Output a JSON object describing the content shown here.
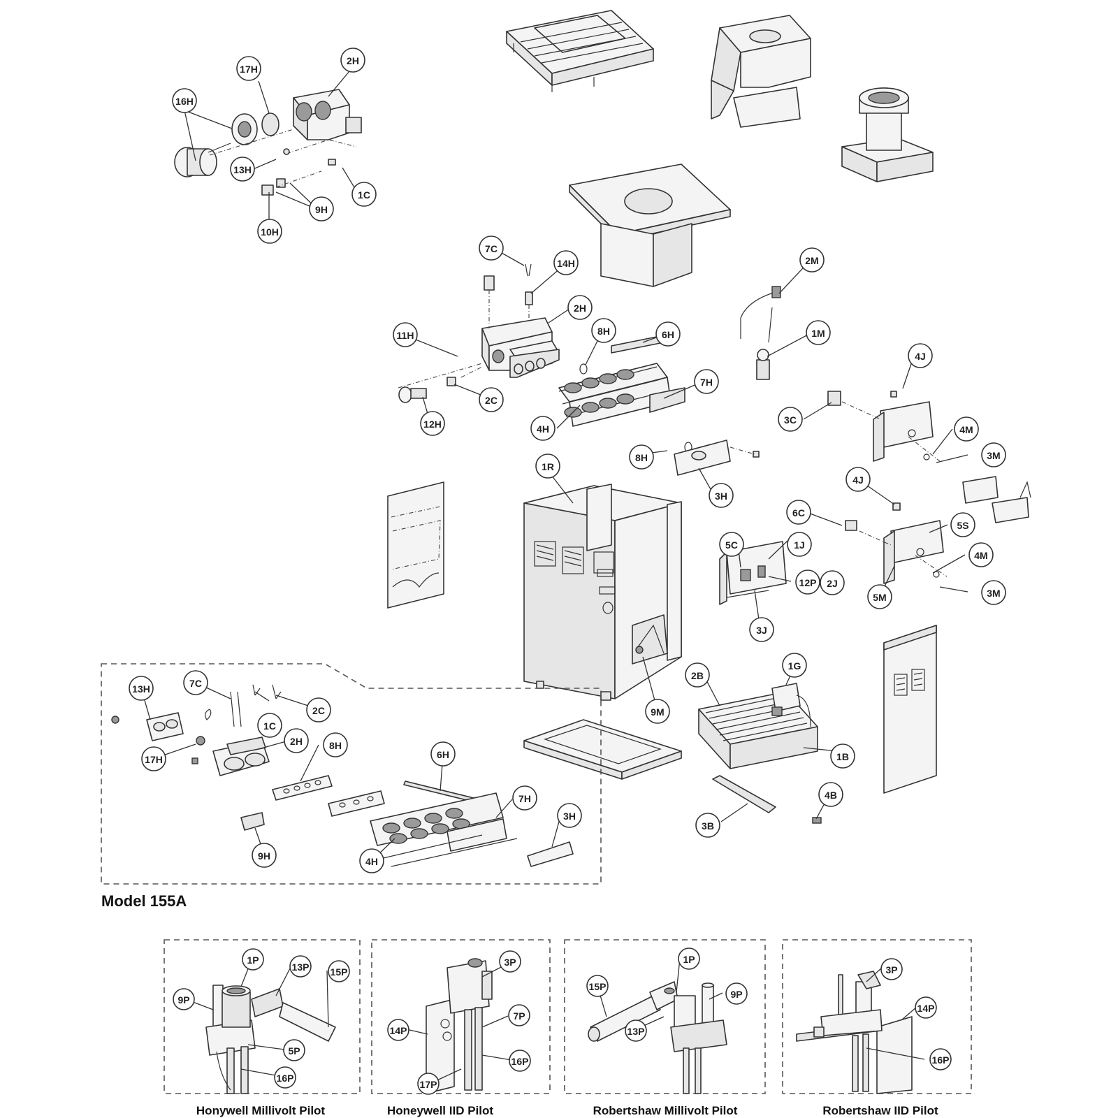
{
  "model_label": "Model 155A",
  "pilot_captions": [
    "Honywell Millivolt Pilot",
    "Honeywell IID Pilot",
    "Robertshaw Millivolt Pilot",
    "Robertshaw IID Pilot"
  ],
  "callouts": {
    "c_16h_top": "16H",
    "c_17h_top": "17H",
    "c_2h_top": "2H",
    "c_13h_top": "13H",
    "c_1c_top": "1C",
    "c_9h_top": "9H",
    "c_10h": "10H",
    "c_7c_mid": "7C",
    "c_14h_mid": "14H",
    "c_2h_mid": "2H",
    "c_11h": "11H",
    "c_2c_mid": "2C",
    "c_12h": "12H",
    "c_8h_mid_a": "8H",
    "c_6h_mid": "6H",
    "c_7h_mid": "7H",
    "c_4h_mid": "4H",
    "c_8h_mid_b": "8H",
    "c_3h_mid": "3H",
    "c_2m": "2M",
    "c_1m": "1M",
    "c_4j_a": "4J",
    "c_3c": "3C",
    "c_4m_a": "4M",
    "c_3m_a": "3M",
    "c_1r": "1R",
    "c_4j_b": "4J",
    "c_6c": "6C",
    "c_5s": "5S",
    "c_5c": "5C",
    "c_1j": "1J",
    "c_12p": "12P",
    "c_2j": "2J",
    "c_4m_b": "4M",
    "c_3m_b": "3M",
    "c_5m": "5M",
    "c_3j": "3J",
    "c_2b": "2B",
    "c_1g": "1G",
    "c_9m": "9M",
    "c_1b": "1B",
    "c_4b": "4B",
    "c_3b": "3B",
    "c_13h_155": "13H",
    "c_7c_155": "7C",
    "c_1c_155": "1C",
    "c_2c_155": "2C",
    "c_17h_155": "17H",
    "c_2h_155": "2H",
    "c_8h_155": "8H",
    "c_6h_155": "6H",
    "c_7h_155": "7H",
    "c_3h_155": "3H",
    "c_9h_155": "9H",
    "c_4h_155": "4H",
    "p1_1p": "1P",
    "p1_13p": "13P",
    "p1_15p": "15P",
    "p1_9p": "9P",
    "p1_5p": "5P",
    "p1_16p": "16P",
    "p2_3p": "3P",
    "p2_14p": "14P",
    "p2_7p": "7P",
    "p2_16p": "16P",
    "p2_17p": "17P",
    "p3_1p": "1P",
    "p3_15p": "15P",
    "p3_9p": "9P",
    "p3_13p": "13P",
    "p4_3p": "3P",
    "p4_14p": "14P",
    "p4_16p": "16P"
  }
}
